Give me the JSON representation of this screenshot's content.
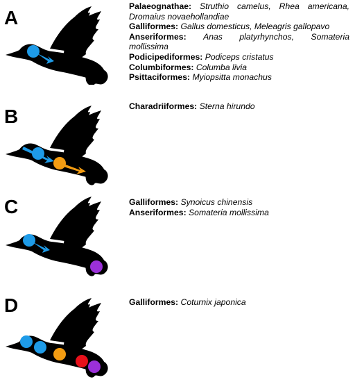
{
  "colors": {
    "bird": "#000000",
    "blue": "#1e9be8",
    "orange": "#f39c12",
    "red": "#e8101b",
    "purple": "#9b30d9"
  },
  "panels": [
    {
      "label": "A",
      "markers": [
        "blue"
      ],
      "arrows": [
        "blue"
      ],
      "lines": [
        {
          "order": "Palaeognathae:",
          "species": "Struthio camelus, Rhea americana,"
        },
        {
          "order": "",
          "species": "Dromaius novaehollandiae"
        },
        {
          "order": "Galliformes:",
          "species": "Gallus domesticus, Meleagris gallopavo"
        },
        {
          "order": "Anseriformes:",
          "species": "Anas platyrhynchos, Somateria"
        },
        {
          "order": "",
          "species": "mollissima"
        },
        {
          "order": "Podicipediformes:",
          "species": "Podiceps cristatus"
        },
        {
          "order": "Columbiformes:",
          "species": "Columba livia"
        },
        {
          "order": "Psittaciformes:",
          "species": "Myiopsitta monachus"
        }
      ]
    },
    {
      "label": "B",
      "markers": [
        "blue",
        "orange"
      ],
      "arrows": [
        "blue",
        "orange"
      ],
      "lines": [
        {
          "order": "Charadriiformes:",
          "species": "Sterna hirundo"
        }
      ]
    },
    {
      "label": "C",
      "markers": [
        "blue",
        "purple"
      ],
      "arrows": [
        "blue"
      ],
      "lines": [
        {
          "order": "Galliformes:",
          "species": "Synoicus chinensis"
        },
        {
          "order": "Anseriformes:",
          "species": "Somateria mollissima"
        }
      ]
    },
    {
      "label": "D",
      "markers": [
        "blue",
        "blue",
        "orange",
        "red",
        "purple"
      ],
      "arrows": [],
      "lines": [
        {
          "order": "Galliformes:",
          "species": "Coturnix japonica"
        }
      ]
    }
  ]
}
